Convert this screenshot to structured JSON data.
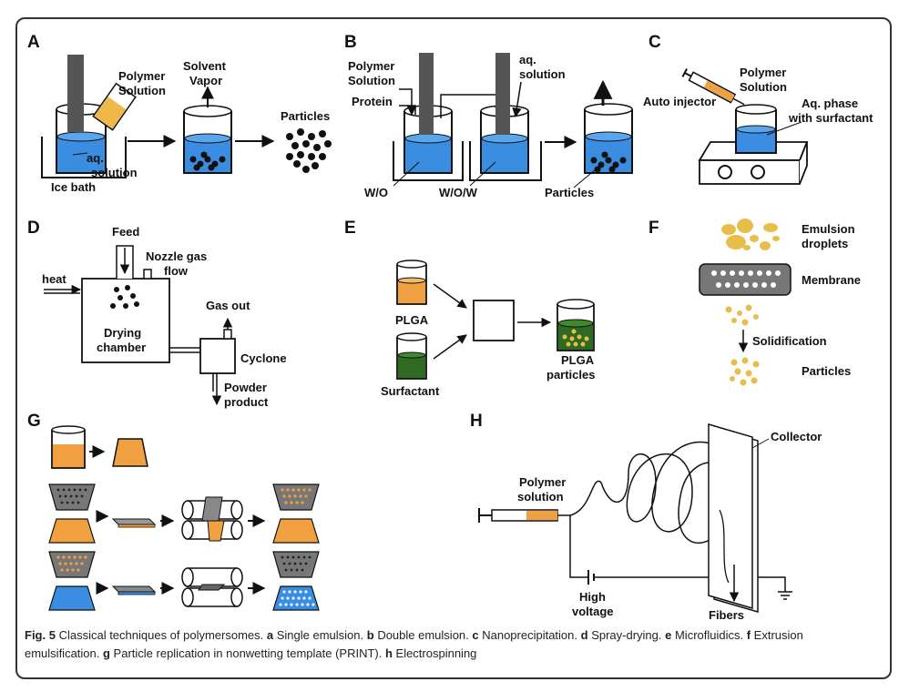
{
  "panels": {
    "a": {
      "letter": "A",
      "polymer_solution": [
        "Polymer",
        "Solution"
      ],
      "solvent_vapor": [
        "Solvent",
        "Vapor"
      ],
      "aq_solution": [
        "aq.",
        "solution"
      ],
      "ice_bath": "Ice bath",
      "particles": "Particles"
    },
    "b": {
      "letter": "B",
      "polymer_solution": [
        "Polymer",
        "Solution"
      ],
      "protein": "Protein",
      "aq_solution": [
        "aq.",
        "solution"
      ],
      "wo": "W/O",
      "wow": "W/O/W",
      "particles": "Particles"
    },
    "c": {
      "letter": "C",
      "auto_injector": "Auto injector",
      "polymer_solution": [
        "Polymer",
        "Solution"
      ],
      "aq_phase": [
        "Aq. phase",
        "with surfactant"
      ]
    },
    "d": {
      "letter": "D",
      "feed": "Feed",
      "nozzle_gas": [
        "Nozzle gas",
        "flow"
      ],
      "heat": "heat",
      "drying_chamber": [
        "Drying",
        "chamber"
      ],
      "gas_out": "Gas out",
      "cyclone": "Cyclone",
      "powder_product": [
        "Powder",
        "product"
      ]
    },
    "e": {
      "letter": "E",
      "plga": "PLGA",
      "surfactant": "Surfactant",
      "plga_particles": [
        "PLGA",
        "particles"
      ]
    },
    "f": {
      "letter": "F",
      "emulsion_droplets": [
        "Emulsion",
        "droplets"
      ],
      "membrane": "Membrane",
      "solidification": "Solidification",
      "particles": "Particles"
    },
    "g": {
      "letter": "G"
    },
    "h": {
      "letter": "H",
      "polymer_solution": [
        "Polymer",
        "solution"
      ],
      "collector": "Collector",
      "high_voltage": [
        "High",
        "voltage"
      ],
      "fibers": "Fibers"
    }
  },
  "caption": {
    "fig_label": "Fig. 5",
    "lead": " Classical techniques of polymersomes. ",
    "items": [
      {
        "key": "a",
        "text": " Single emulsion. "
      },
      {
        "key": "b",
        "text": " Double emulsion. "
      },
      {
        "key": "c",
        "text": " Nanoprecipitation. "
      },
      {
        "key": "d",
        "text": " Spray-drying. "
      },
      {
        "key": "e",
        "text": " Microfluidics. "
      },
      {
        "key": "f",
        "text": " Extrusion emulsification. "
      },
      {
        "key": "g",
        "text": " Particle replication in nonwetting template (PRINT). "
      },
      {
        "key": "h",
        "text": " Electrospinning"
      }
    ]
  },
  "colors": {
    "blue": "#3a8de0",
    "orange": "#f0a040",
    "green": "#2f6a22",
    "yellow": "#e8be4a",
    "gray": "#555555",
    "light_gray": "#cfcfcf"
  }
}
